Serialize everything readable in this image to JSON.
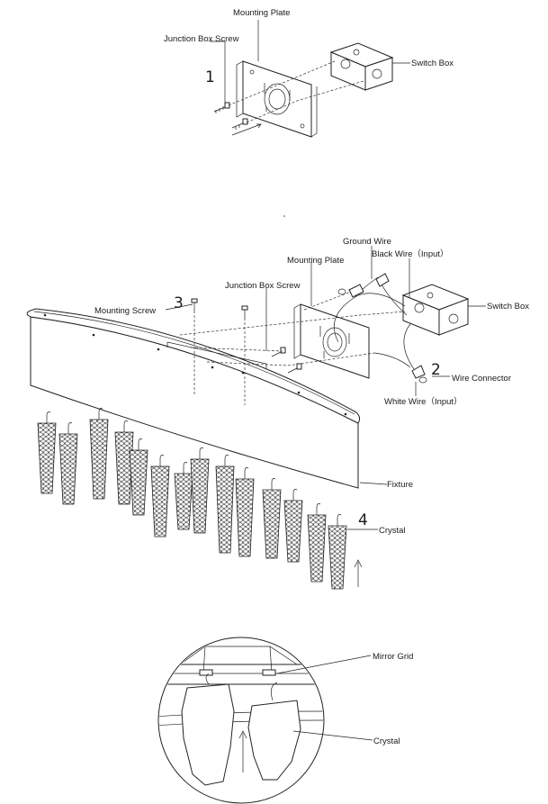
{
  "step1": {
    "number": "1",
    "mounting_plate": "Mounting Plate",
    "junction_box_screw": "Junction Box Screw",
    "switch_box": "Switch Box"
  },
  "step2": {
    "number_mount": "3",
    "number_wire": "2",
    "number_crystal": "4",
    "ground_wire": "Ground Wire",
    "black_wire": "Black Wire（Input）",
    "mounting_plate": "Mounting Plate",
    "junction_box_screw": "Junction Box Screw",
    "mounting_screw": "Mounting Screw",
    "switch_box": "Switch Box",
    "wire_connector": "Wire Connector",
    "white_wire": "White Wire（Input）",
    "fixture": "Fixture",
    "crystal": "Crystal"
  },
  "detail": {
    "mirror_grid": "Mirror Grid",
    "crystal": "Crystal"
  }
}
